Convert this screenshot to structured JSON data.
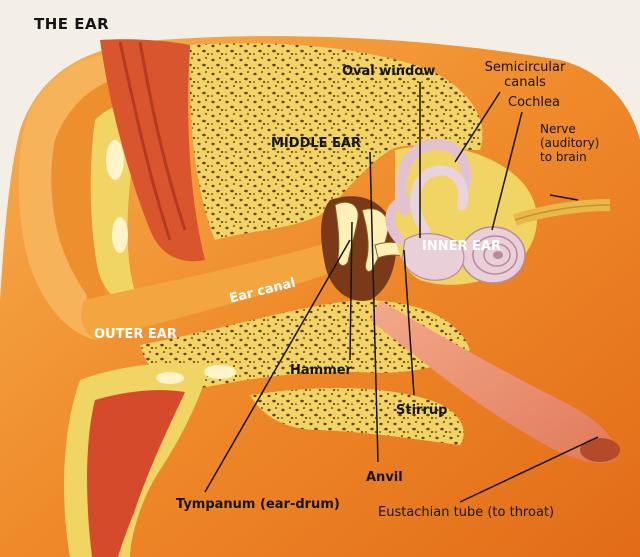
{
  "title": "THE EAR",
  "colors": {
    "paper": "#f3efe6",
    "skin_dark": "#e8731c",
    "skin_mid": "#f29a3a",
    "skin_light": "#f7c26a",
    "bone": "#f1d564",
    "bone_speck": "#6a3a12",
    "muscle": "#d44a2a",
    "cartilage": "#fff0c0",
    "inner_ear": "#e9cfd8",
    "nerve": "#e9b84a"
  },
  "labels": {
    "oval_window": "Oval window",
    "semicircular_canals": [
      "Semicircular",
      "canals"
    ],
    "cochlea": "Cochlea",
    "nerve": [
      "Nerve",
      "(auditory)",
      "to brain"
    ],
    "middle_ear": "MIDDLE EAR",
    "inner_ear": "INNER EAR",
    "ear_canal": "Ear canal",
    "outer_ear": "OUTER EAR",
    "hammer": "Hammer",
    "stirrup": "Stirrup",
    "anvil": "Anvil",
    "tympanum": "Tympanum (ear-drum)",
    "eustachian_tube": "Eustachian tube (to throat)"
  }
}
